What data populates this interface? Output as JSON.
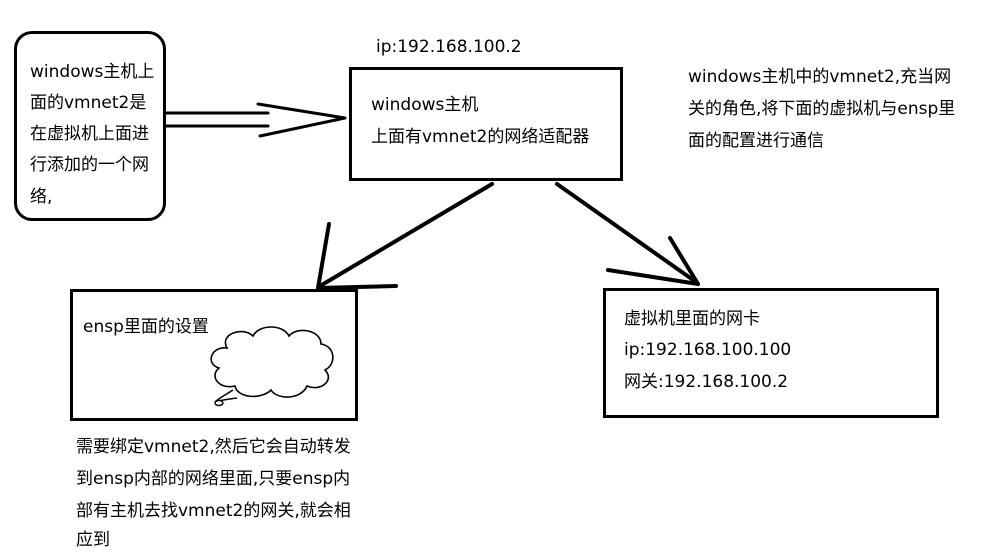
{
  "left_note": {
    "lines": [
      "windows主机上",
      "面的vmnet2是",
      "在虚拟机上面进",
      "行添加的一个网",
      "络,"
    ]
  },
  "host_box": {
    "ip_label": "ip:192.168.100.2",
    "line1": "windows主机",
    "line2": "上面有vmnet2的网络适配器"
  },
  "right_note": {
    "lines": [
      "windows主机中的vmnet2,充当网",
      "关的角色,将下面的虚拟机与ensp里",
      "面的配置进行通信"
    ]
  },
  "ensp_box": {
    "title": "ensp里面的设置"
  },
  "bottom_note": {
    "lines": [
      "需要绑定vmnet2,然后它会自动转发",
      "到ensp内部的网络里面,只要ensp内",
      "部有主机去找vmnet2的网关,就会相",
      "应到"
    ]
  },
  "vm_box": {
    "title": "虚拟机里面的网卡",
    "ip": "ip:192.168.100.100",
    "gateway": "网关:192.168.100.2"
  }
}
